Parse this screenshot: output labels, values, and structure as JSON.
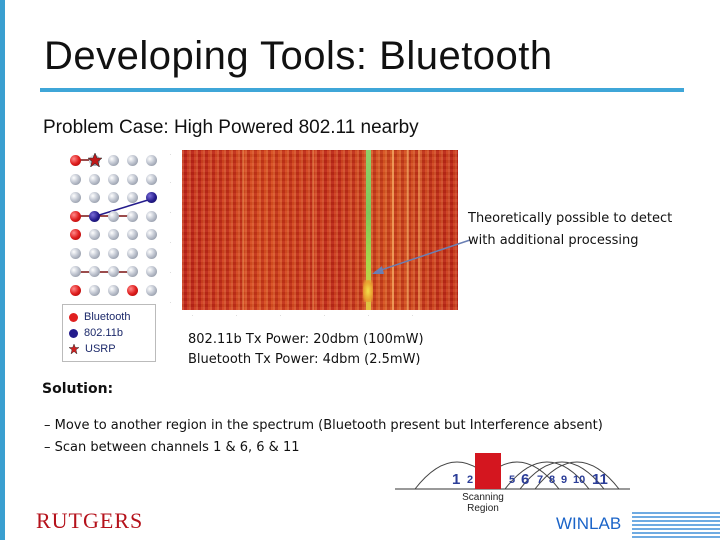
{
  "slide": {
    "title": "Developing Tools: Bluetooth",
    "subtitle": "Problem Case: High Powered 802.11 nearby",
    "callout": {
      "line1": "Theoretically possible to detect",
      "line2": "with additional processing"
    },
    "tx_power": {
      "line1": "802.11b Tx Power: 20dbm (100mW)",
      "line2": "Bluetooth Tx Power: 4dbm (2.5mW)"
    },
    "solution_label": "Solution:",
    "bullets": [
      "– Move to another region in the spectrum (Bluetooth present but Interference absent)",
      "– Scan between channels 1 & 6, 6 & 11"
    ],
    "legend": {
      "items": [
        {
          "label": "Bluetooth",
          "color": "#e02020"
        },
        {
          "label": "802.11b",
          "color": "#241c8c"
        },
        {
          "label": "USRP",
          "color": "#d02020"
        }
      ]
    },
    "channel_diagram": {
      "numbers": [
        "1",
        "2",
        "5",
        "6",
        "7",
        "8",
        "9",
        "10",
        "11"
      ],
      "scanning_label_line1": "Scanning",
      "scanning_label_line2": "Region",
      "highlight_color": "#d4161f"
    },
    "footer": {
      "left_logo": "RUTGERS",
      "right_logo": "WINLAB"
    },
    "colors": {
      "accent": "#3fa6d8",
      "rutgers_red": "#b5121b",
      "winlab_blue": "#1b64c8"
    }
  }
}
